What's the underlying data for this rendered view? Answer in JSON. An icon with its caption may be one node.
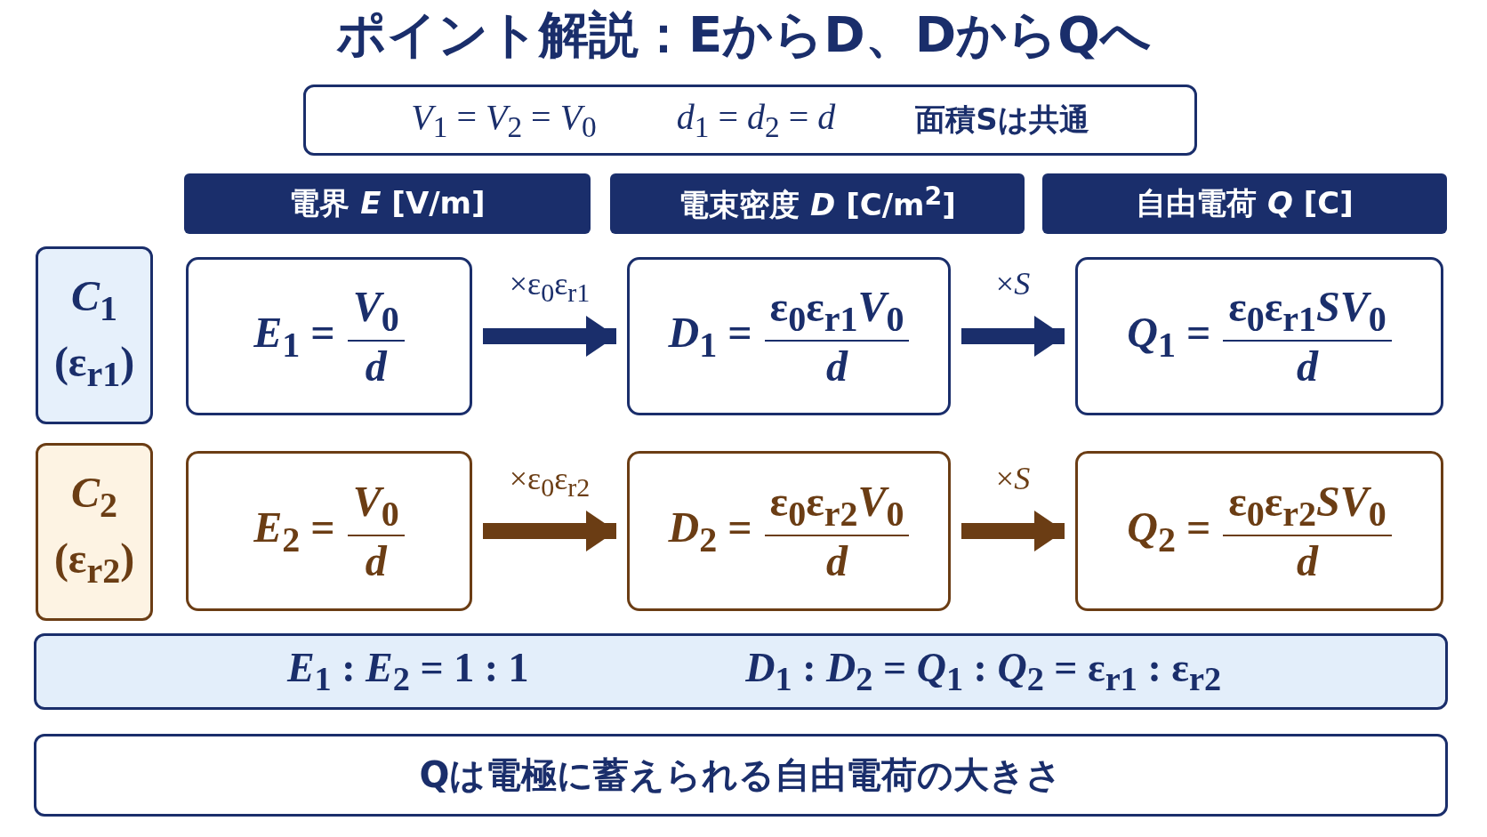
{
  "diagram": {
    "title": "ポイント解説：EからD、DからQへ",
    "nodes": [
      {
        "text": [
          "*V*$_{1}$ = *V*$_{2}$ = *V*$_{0}$",
          "*d*$_{1}$ = *d*$_{2}$ = *d*",
          "面積Sは共通"
        ]
      },
      {
        "text": [
          "電界 *E* [V/m]"
        ]
      },
      {
        "text": [
          "電束密度 *D* [C/m$^{2}$]"
        ]
      },
      {
        "text": [
          "自由電荷 *Q* [C]"
        ]
      },
      {
        "text": [
          "*C*$_{1}$ (ε$_{r1}$)"
        ]
      },
      {
        "text": [
          "*E*$_{1}$ =",
          "*V*$_{0}$",
          "*d*"
        ]
      },
      {
        "text": [
          "*D*$_{1}$ =",
          "ε$_{0}$ε$_{r1}$*V*$_{0}$",
          "*d*"
        ]
      },
      {
        "text": [
          "*Q*$_{1}$ =",
          "ε$_{0}$ε$_{r1}$*SV*$_{0}$",
          "*d*"
        ]
      },
      {
        "text": [
          "*C*$_{2}$ (ε$_{r2}$)"
        ]
      },
      {
        "text": [
          "*E*$_{2}$ =",
          "*V*$_{0}$",
          "*d*"
        ]
      },
      {
        "text": [
          "*D*$_{2}$ =",
          "ε$_{0}$ε$_{r2}$*V*$_{0}$",
          "*d*"
        ]
      },
      {
        "text": [
          "*Q*$_{2}$ =",
          "ε$_{0}$ε$_{r2}$*SV*$_{0}$",
          "*d*"
        ]
      },
      {
        "text": [
          "*E*$_{1}$ : *E*$_{2}$ = 1 : 1",
          "*D*$_{1}$ : *D*$_{2}$ = *Q*$_{1}$ : *Q*$_{2}$ = ε$_{r1}$ : ε$_{r2}$"
        ]
      },
      {
        "text": [
          "Qは電極に蓄えられる自由電荷の大きさ"
        ]
      }
    ],
    "edges": [
      {
        "from": 5,
        "to": 6,
        "arrow": "to",
        "label": "×ε$_{0}$ε$_{r1}$"
      },
      {
        "from": 6,
        "to": 7,
        "arrow": "to",
        "label": "×*S*"
      },
      {
        "from": 9,
        "to": 10,
        "arrow": "to",
        "label": "×ε$_{0}$ε$_{r2}$",
        "color": "#6b3d14"
      },
      {
        "from": 10,
        "to": 11,
        "arrow": "to",
        "label": "×*S*",
        "color": "#6b3d14"
      }
    ]
  }
}
